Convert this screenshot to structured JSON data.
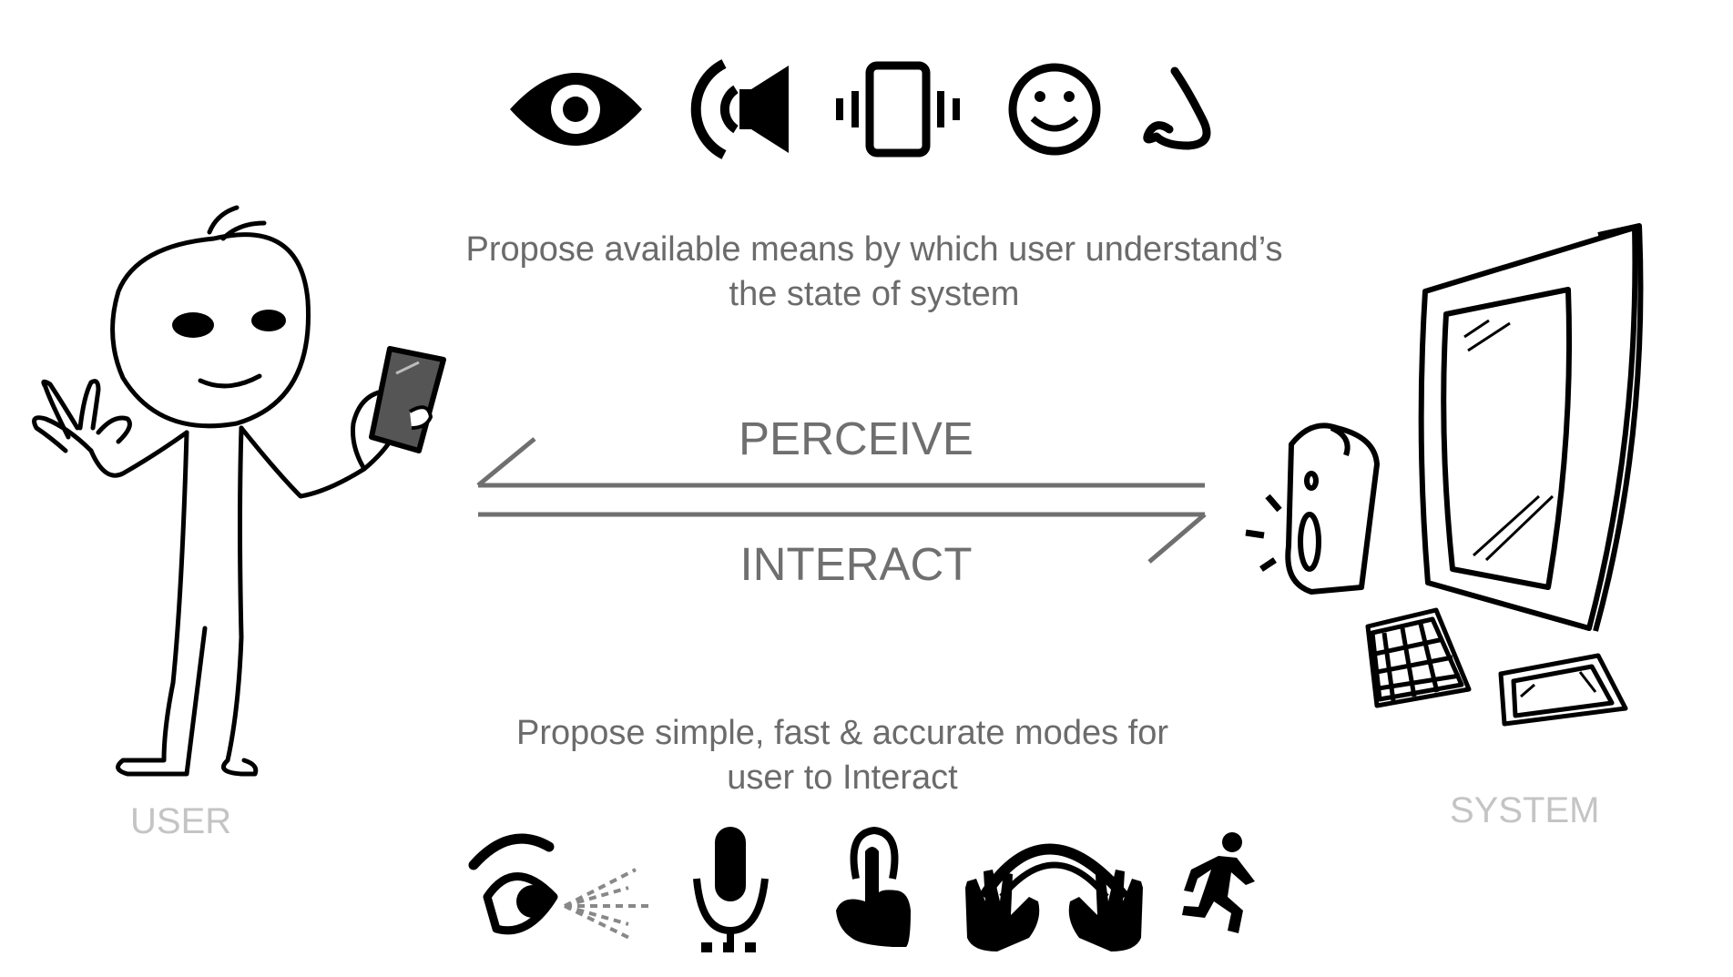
{
  "top_caption": {
    "line1": "Propose available means by which user understand’s",
    "line2": "the state of system"
  },
  "bottom_caption": {
    "line1": "Propose simple, fast & accurate modes for",
    "line2": "user to Interact"
  },
  "arrows": {
    "perceive": "PERCEIVE",
    "interact": "INTERACT"
  },
  "actors": {
    "user": "USER",
    "system": "SYSTEM"
  },
  "perception_icons": [
    "eye-icon",
    "speaker-icon",
    "vibrating-phone-icon",
    "smiley-icon",
    "nose-icon"
  ],
  "interaction_icons": [
    "eye-gaze-icon",
    "microphone-icon",
    "touch-icon",
    "gesture-hands-icon",
    "running-person-icon"
  ],
  "colors": {
    "text": "#6b6b6b",
    "label": "#c4c4c4",
    "arrow": "#6f6f6f",
    "ink": "#000000"
  }
}
